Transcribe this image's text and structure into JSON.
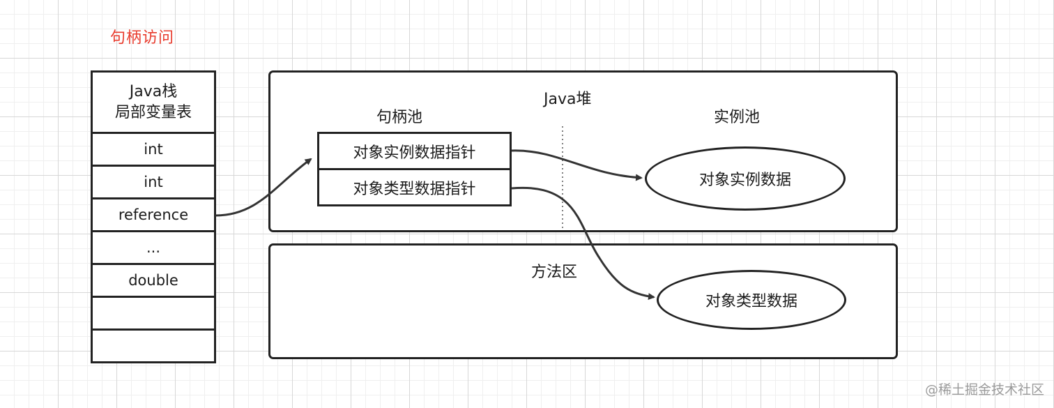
{
  "title": "句柄访问",
  "stack": {
    "header_line1": "Java栈",
    "header_line2": "局部变量表",
    "slots": [
      "int",
      "int",
      "reference",
      "...",
      "double",
      "",
      ""
    ]
  },
  "heap": {
    "title": "Java堆",
    "handle_pool_title": "句柄池",
    "instance_pool_title": "实例池",
    "handle_rows": [
      "对象实例数据指针",
      "对象类型数据指针"
    ],
    "instance_data": "对象实例数据"
  },
  "method_area": {
    "title": "方法区",
    "type_data": "对象类型数据"
  },
  "watermark": "@稀土掘金技术社区"
}
